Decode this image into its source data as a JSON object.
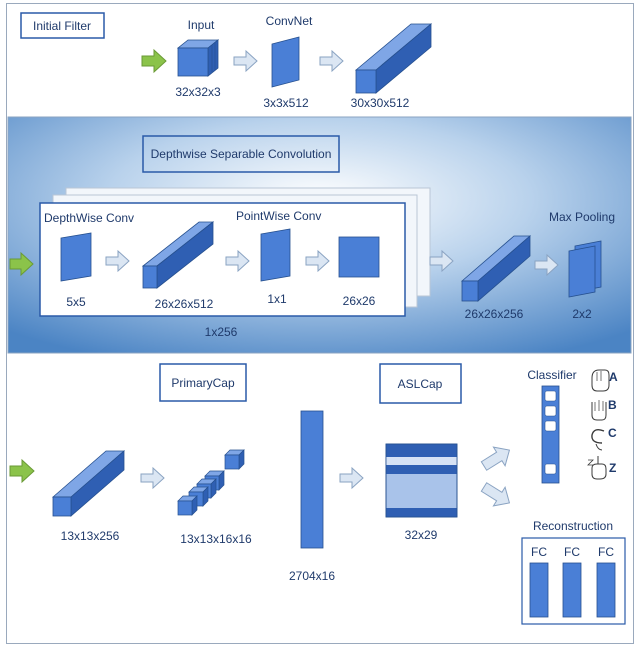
{
  "colors": {
    "block_front": "#4a7fd6",
    "block_top": "#7fa6e6",
    "block_side": "#2f5fb3",
    "arrow_fill": "#dbe6f3",
    "input_arrow": "#8bc34a",
    "panel_blue": "#4b84c4",
    "text": "#1f3a6b",
    "box_border": "#2a5aa8"
  },
  "sections": {
    "initial_filter": "Initial Filter",
    "depthwise": "Depthwise Separable Convolution",
    "primary_cap": "PrimaryCap",
    "asl_cap": "ASLCap",
    "classifier": "Classifier",
    "reconstruction": "Reconstruction"
  },
  "top_row": {
    "input_title": "Input",
    "input_dim": "32x32x3",
    "convnet_title": "ConvNet",
    "convnet_dim": "3x3x512",
    "output_dim": "30x30x512"
  },
  "middle": {
    "depthwise_title": "DepthWise Conv",
    "depthwise_kernel": "5x5",
    "depthwise_out": "26x26x512",
    "pointwise_title": "PointWise Conv",
    "pointwise_kernel": "1x1",
    "pointwise_out": "26x26",
    "repeat_label": "1x256",
    "stack_out": "26x26x256",
    "maxpool_title": "Max Pooling",
    "maxpool_dim": "2x2"
  },
  "bottom": {
    "conv_out": "13x13x256",
    "primary_dim": "13x13x16x16",
    "flat_dim": "2704x16",
    "asl_dim": "32x29",
    "class_labels": [
      "A",
      "B",
      "C",
      "Z"
    ],
    "fc_labels": [
      "FC",
      "FC",
      "FC"
    ]
  }
}
